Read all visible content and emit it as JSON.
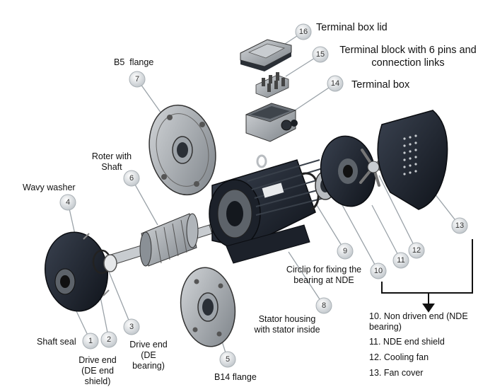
{
  "labels": {
    "terminal_box_lid": "Terminal box lid",
    "terminal_block": "Terminal block with 6 pins and connection links",
    "terminal_box": "Terminal box",
    "b5_flange": "B5  flange",
    "roter_with_shaft": "Roter with Shaft",
    "wavy_washer": "Wavy washer",
    "shaft_seal": "Shaft seal",
    "drive_end_shield": "Drive end (DE end shield)",
    "drive_end_bearing": "Drive end (DE bearing)",
    "b14_flange": "B14 flange",
    "stator_housing": "Stator housing with stator inside",
    "circlip": "Circlip for fixing the bearing at NDE"
  },
  "badges": [
    "1",
    "2",
    "3",
    "4",
    "5",
    "6",
    "7",
    "8",
    "9",
    "10",
    "11",
    "12",
    "13",
    "14",
    "15",
    "16"
  ],
  "legend": [
    "10. Non driven end (NDE bearing)",
    "11. NDE end shield",
    "12. Cooling fan",
    "13. Fan cover"
  ],
  "colors": {
    "metal_dark": "#1e2430",
    "metal_grey": "#9aa0a6",
    "badge_fill": "#dde1e4"
  }
}
